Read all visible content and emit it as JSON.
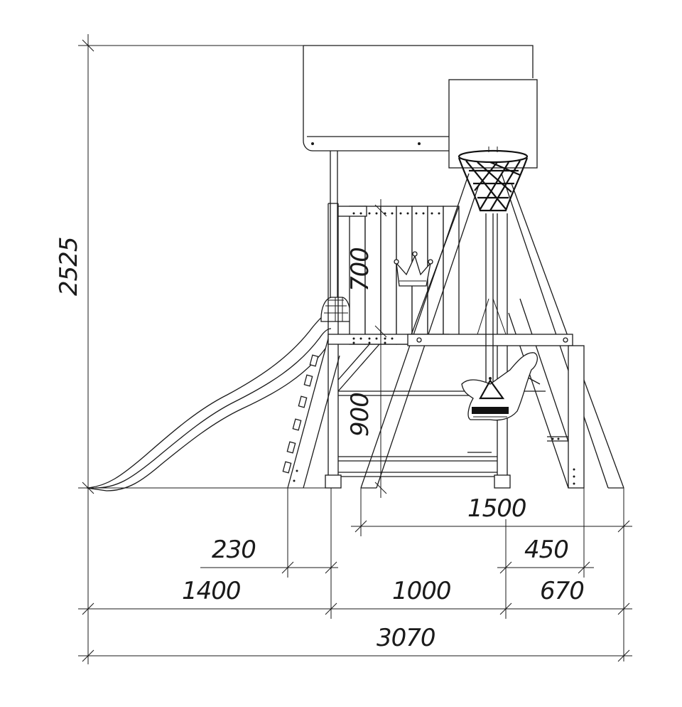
{
  "dimensions": {
    "total_height": "2525",
    "upper_panel_height": "700",
    "deck_height": "900",
    "swing_frame_width": "1500",
    "slide_ladder_offset": "230",
    "leg_offset": "450",
    "slide_length": "1400",
    "tower_width": "1000",
    "swing_overhang": "670",
    "total_length": "3070"
  }
}
